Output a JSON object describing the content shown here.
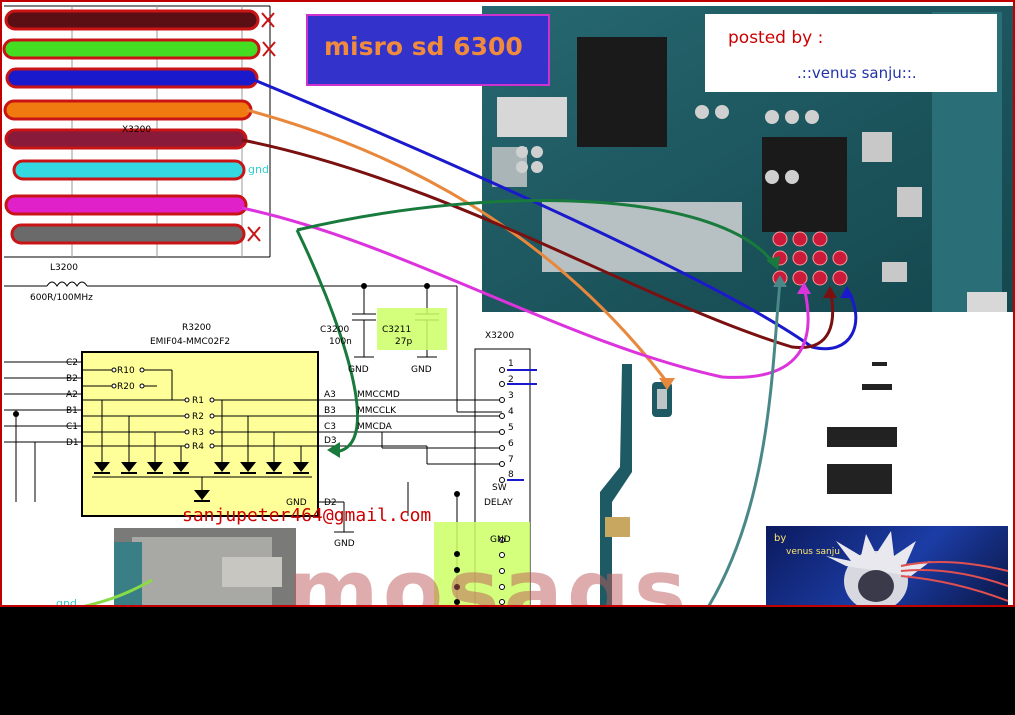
{
  "title": "misro sd 6300",
  "posted_label": "posted by :",
  "posted_author": ".::venus sanju::.",
  "email": "sanjupeter464@gmail.com",
  "watermark": "mosaqs",
  "by_label": "by",
  "by_author": "venus sanju",
  "gnd_note": "gnd",
  "schematic": {
    "inductor_ref": "L3200",
    "inductor_value": "600R/100MHz",
    "filter_ref": "R3200",
    "filter_part": "EMIF04-MMC02F2",
    "cap1_ref": "C3200",
    "cap1_value": "100n",
    "cap2_ref": "C3211",
    "cap2_value": "27p",
    "gnd": "GND",
    "connector_ref": "X3200",
    "connector_ref_faded": "X3200",
    "left_pins": [
      "C2",
      "B2",
      "A2",
      "B1",
      "C1",
      "D1"
    ],
    "resistors": [
      "R10",
      "R20",
      "R1",
      "R2",
      "R3",
      "R4"
    ],
    "right_pins": [
      "A3",
      "B3",
      "C3",
      "D3"
    ],
    "signals": [
      "MMCCMD",
      "MMCCLK",
      "MMCDA"
    ],
    "d2": "D2",
    "connector_pins": [
      "1",
      "2",
      "3",
      "4",
      "5",
      "6",
      "7",
      "8"
    ],
    "sw": "SW",
    "delay": "DELAY"
  },
  "colors": {
    "wire_blue": "#1a1acc",
    "wire_orange": "#e8883c",
    "wire_darkred": "#7a1010",
    "wire_magenta": "#dd33dd",
    "wire_green": "#187a3c",
    "wire_teal": "#4a8888",
    "pcb": "#1d5a63",
    "bar_border": "#c81414"
  },
  "bars": [
    {
      "fill": "#5a0f14",
      "mark": "x"
    },
    {
      "fill": "#44dd22",
      "mark": "x"
    },
    {
      "fill": "#1a1acc",
      "mark": ""
    },
    {
      "fill": "#f07a10",
      "mark": ""
    },
    {
      "fill": "#8a1a3a",
      "mark": ""
    },
    {
      "fill": "#33d8e0",
      "mark": ""
    },
    {
      "fill": "#e020c8",
      "mark": ""
    },
    {
      "fill": "#6a6a6a",
      "mark": "x"
    }
  ]
}
